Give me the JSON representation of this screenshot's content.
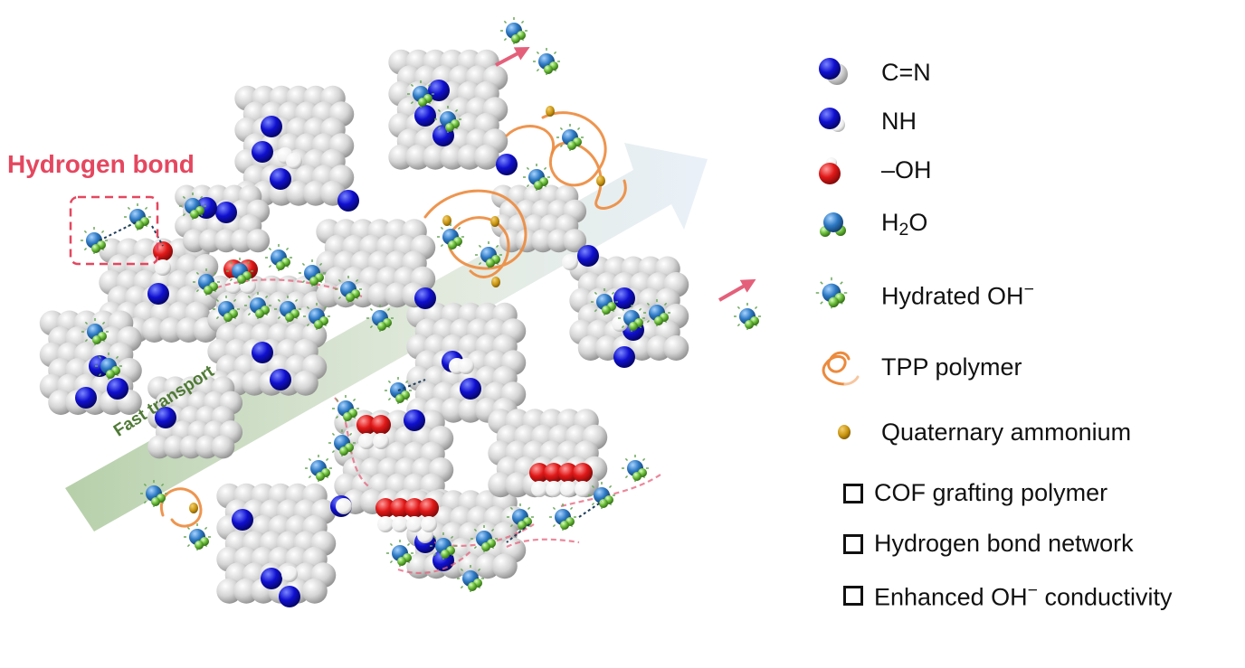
{
  "annotations": {
    "hydrogen_bond": "Hydrogen bond",
    "fast_transport": "Fast transport"
  },
  "legend": {
    "items": [
      {
        "id": "cn",
        "glyph": "cn-molecule-icon",
        "label": "C=N"
      },
      {
        "id": "nh",
        "glyph": "nh-molecule-icon",
        "label": "NH"
      },
      {
        "id": "oh",
        "glyph": "hydroxyl-molecule-icon",
        "label": "–OH"
      },
      {
        "id": "h2o",
        "glyph": "water-molecule-icon",
        "label_main": "H",
        "label_sub": "2",
        "label_tail": "O"
      },
      {
        "id": "hydrated",
        "glyph": "hydrated-hydroxide-icon",
        "label_main": "Hydrated OH",
        "label_sup": "−"
      },
      {
        "id": "tpp",
        "glyph": "tpp-polymer-icon",
        "label": "TPP polymer"
      },
      {
        "id": "qa",
        "glyph": "quaternary-ammonium-icon",
        "label": "Quaternary ammonium"
      }
    ],
    "checklist": [
      {
        "label": "COF grafting polymer"
      },
      {
        "label": "Hydrogen bond network"
      },
      {
        "label_main": "Enhanced OH",
        "label_sup": "−",
        "label_tail": " conductivity"
      }
    ]
  },
  "colors": {
    "carbon": "#c9c9c9",
    "nitrogen": "#1010c8",
    "oxygen": "#e01818",
    "hydrogen": "#f4f4f4",
    "water_o": "#2d79c4",
    "water_h": "#6cbf3b",
    "polymer": "#ec8a3c",
    "ammonium": "#c8940e",
    "arrow": "#e4607a",
    "transport": "#9fbf8e",
    "hb_box": "#e5475f"
  }
}
